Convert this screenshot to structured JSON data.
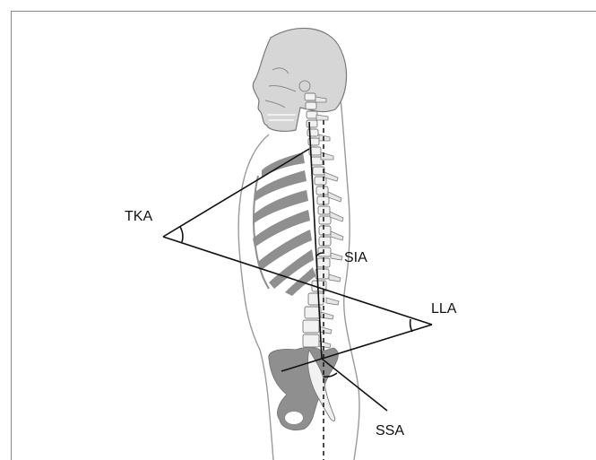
{
  "labels": {
    "tka": "TKA",
    "sia": "SIA",
    "lla": "LLA",
    "ssa": "SSA"
  },
  "colors": {
    "outline": "#9a9a9a",
    "bone_fill": "#d6d6d6",
    "bone_dark": "#8f8f8f",
    "line": "#111111",
    "frame": "#888888"
  }
}
